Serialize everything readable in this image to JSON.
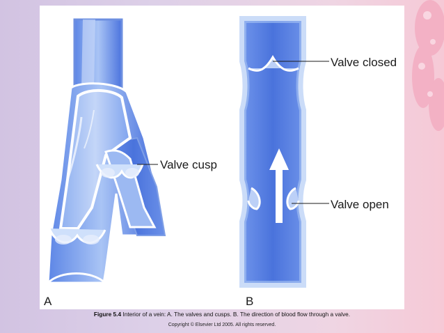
{
  "figure": {
    "labels": {
      "valve_closed": "Valve closed",
      "valve_cusp": "Valve cusp",
      "valve_open": "Valve open",
      "panel_a": "A",
      "panel_b": "B"
    },
    "caption": {
      "figure_number": "Figure 5.4",
      "text": " Interior of a vein: A. The valves and cusps. B. The direction of blood flow through a valve."
    },
    "copyright": "Copyright © Elsevier Ltd 2005. All rights reserved."
  },
  "colors": {
    "vein_light": "#a8c4f4",
    "vein_dark": "#3a63d6",
    "vein_wall": "#7f9fe6",
    "background_left": "#d2c3e2",
    "background_right": "#f6c9d6"
  }
}
